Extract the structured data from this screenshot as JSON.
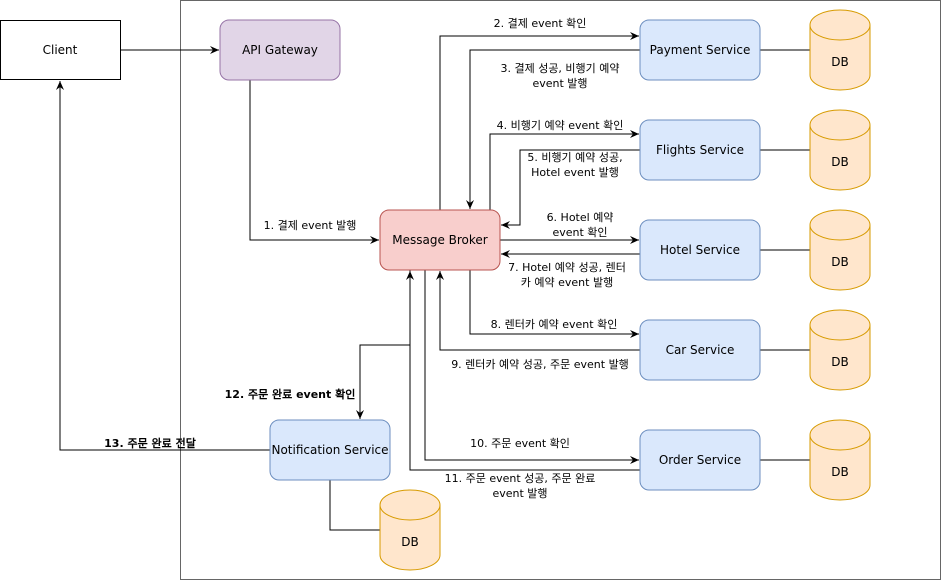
{
  "nodes": {
    "client": "Client",
    "gateway": "API Gateway",
    "broker": "Message Broker",
    "payment": "Payment Service",
    "flights": "Flights Service",
    "hotel": "Hotel Service",
    "car": "Car Service",
    "order": "Order Service",
    "notification": "Notification Service",
    "db": "DB"
  },
  "edges": {
    "e1": "1. 결제 event 발행",
    "e2": "2. 결제 event 확인",
    "e3_l1": "3. 결제 성공, 비행기 예약",
    "e3_l2": "event 발행",
    "e4": "4. 비행기 예약 event 확인",
    "e5_l1": "5. 비행기 예약 성공,",
    "e5_l2": "Hotel event 발행",
    "e6_l1": "6. Hotel 예약",
    "e6_l2": "event 확인",
    "e7_l1": "7. Hotel 예약 성공, 렌터",
    "e7_l2": "카 예약 event 발행",
    "e8": "8. 렌터카 예약 event 확인",
    "e9": "9. 렌터카 예약 성공, 주문 event 발행",
    "e10": "10. 주문 event 확인",
    "e11_l1": "11. 주문 event 성공, 주문 완료",
    "e11_l2": "event 발행",
    "e12": "12. 주문  완료 event 확인",
    "e13": "13. 주문 완료 전달"
  },
  "colors": {
    "gateway_fill": "#e1d5e7",
    "gateway_stroke": "#9673a6",
    "broker_fill": "#f8cecc",
    "broker_stroke": "#b85450",
    "service_fill": "#dae8fc",
    "service_stroke": "#6c8ebf",
    "db_fill": "#ffe6cc",
    "db_stroke": "#d79b00",
    "container_stroke": "#666666"
  }
}
